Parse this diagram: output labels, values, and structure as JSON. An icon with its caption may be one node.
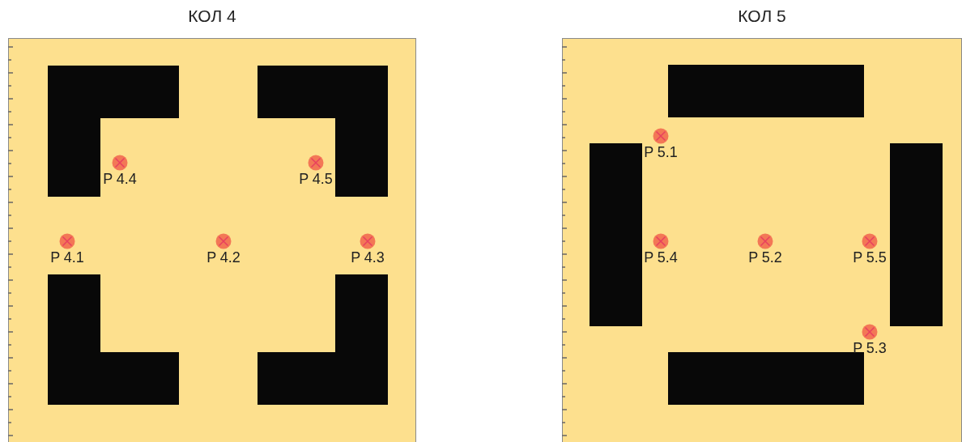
{
  "diagram": {
    "nodes": [
      {
        "text": [
          "КОЛ 4"
        ]
      },
      {
        "text": [
          "КОЛ 5"
        ]
      }
    ],
    "labels": [
      "P 4.4",
      "P 4.5",
      "P 4.1",
      "P 4.2",
      "P 4.3",
      "P 5.1",
      "P 5.4",
      "P 5.2",
      "P 5.5",
      "P 5.3"
    ]
  }
}
